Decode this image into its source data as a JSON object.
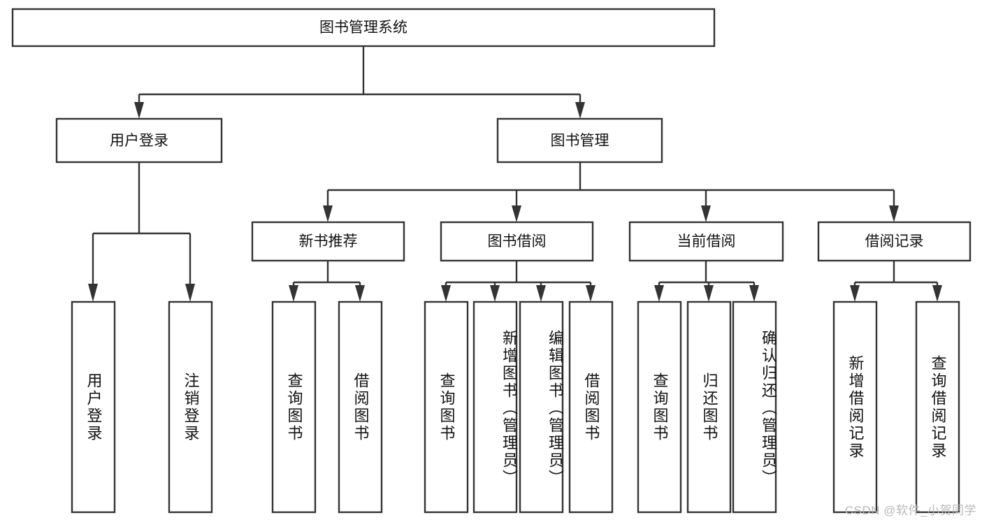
{
  "diagram": {
    "type": "tree-hierarchy",
    "title": "图书管理系统",
    "watermark": "CSDN @软件_小贺同学",
    "colors": {
      "box_stroke": "#333333",
      "box_fill": "#ffffff",
      "connector": "#333333",
      "text": "#111111",
      "watermark": "#b9b9b9",
      "background": "#ffffff"
    },
    "levels": {
      "root": {
        "label": "图书管理系统",
        "orientation": "horizontal"
      },
      "level2": [
        {
          "label": "用户登录",
          "orientation": "horizontal"
        },
        {
          "label": "图书管理",
          "orientation": "horizontal"
        }
      ],
      "level3": [
        {
          "label": "新书推荐",
          "orientation": "horizontal"
        },
        {
          "label": "图书借阅",
          "orientation": "horizontal"
        },
        {
          "label": "当前借阅",
          "orientation": "horizontal"
        },
        {
          "label": "借阅记录",
          "orientation": "horizontal"
        }
      ],
      "leaves": [
        {
          "label": "用户登录",
          "orientation": "vertical",
          "parent": "用户登录"
        },
        {
          "label": "注销登录",
          "orientation": "vertical",
          "parent": "用户登录"
        },
        {
          "label": "查询图书",
          "orientation": "vertical",
          "parent": "新书推荐"
        },
        {
          "label": "借阅图书",
          "orientation": "vertical",
          "parent": "新书推荐"
        },
        {
          "label": "查询图书",
          "orientation": "vertical",
          "parent": "图书借阅"
        },
        {
          "label": "新增图书（管理员）",
          "orientation": "vertical",
          "parent": "图书借阅"
        },
        {
          "label": "编辑图书（管理员）",
          "orientation": "vertical",
          "parent": "图书借阅"
        },
        {
          "label": "借阅图书",
          "orientation": "vertical",
          "parent": "图书借阅"
        },
        {
          "label": "查询图书",
          "orientation": "vertical",
          "parent": "当前借阅"
        },
        {
          "label": "归还图书",
          "orientation": "vertical",
          "parent": "当前借阅"
        },
        {
          "label": "确认归还（管理员）",
          "orientation": "vertical",
          "parent": "当前借阅"
        },
        {
          "label": "新增借阅记录",
          "orientation": "vertical",
          "parent": "借阅记录"
        },
        {
          "label": "查询借阅记录",
          "orientation": "vertical",
          "parent": "借阅记录"
        }
      ]
    }
  }
}
